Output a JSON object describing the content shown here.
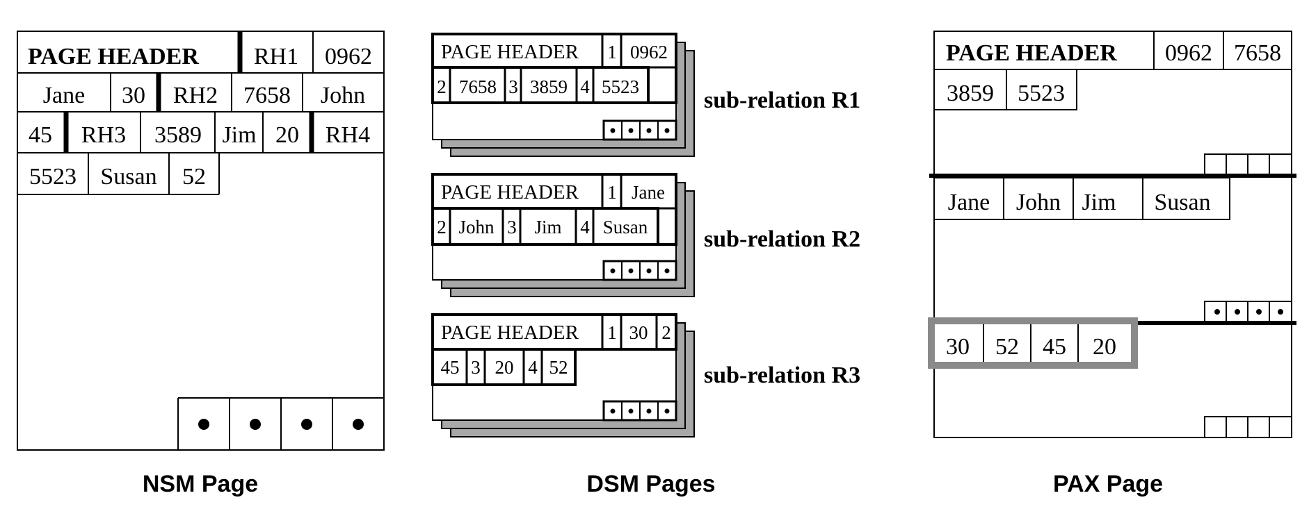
{
  "nsm": {
    "caption": "NSM Page",
    "header": "PAGE HEADER",
    "cells": [
      "RH1",
      "0962",
      "Jane",
      "30",
      "RH2",
      "7658",
      "John",
      "45",
      "RH3",
      "3589",
      "Jim",
      "20",
      "RH4",
      "5523",
      "Susan",
      "52"
    ],
    "slot_symbol": "•"
  },
  "dsm": {
    "caption": "DSM Pages",
    "pages": [
      {
        "header": "PAGE HEADER",
        "row1": [
          "1",
          "0962"
        ],
        "row2": [
          "2",
          "7658",
          "3",
          "3859",
          "4",
          "5523"
        ],
        "label": "sub-relation R1"
      },
      {
        "header": "PAGE HEADER",
        "row1": [
          "1",
          "Jane"
        ],
        "row2": [
          "2",
          "John",
          "3",
          "Jim",
          "4",
          "Susan"
        ],
        "label": "sub-relation R2"
      },
      {
        "header": "PAGE HEADER",
        "row1": [
          "1",
          "30",
          "2"
        ],
        "row2": [
          "45",
          "3",
          "20",
          "4",
          "52"
        ],
        "label": "sub-relation R3"
      }
    ],
    "slot_symbol": "•"
  },
  "pax": {
    "caption": "PAX Page",
    "header": "PAGE HEADER",
    "minipage1": [
      "0962",
      "7658",
      "3859",
      "5523"
    ],
    "minipage2": [
      "Jane",
      "John",
      "Jim",
      "Susan"
    ],
    "minipage3": [
      "30",
      "52",
      "45",
      "20"
    ],
    "slot_symbol": "•"
  }
}
